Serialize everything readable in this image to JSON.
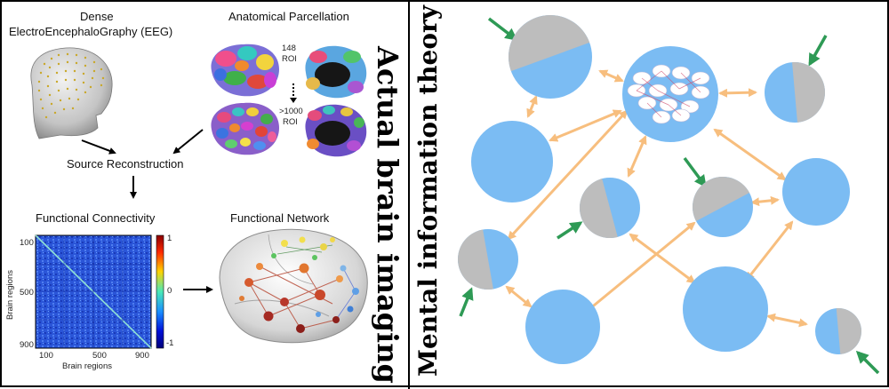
{
  "left_panel": {
    "title": "Actual brain imaging",
    "eeg": {
      "line1": "Dense",
      "line2": "ElectroEncephaloGraphy (EEG)"
    },
    "parcellation": {
      "title": "Anatomical Parcellation",
      "coarse": "148",
      "coarse_unit": "ROI",
      "fine": ">1000",
      "fine_unit": "ROI"
    },
    "source_reconstruction": "Source Reconstruction",
    "connectivity": {
      "title": "Functional Connectivity",
      "y_ticks": [
        "100",
        "500",
        "900"
      ],
      "x_ticks": [
        "100",
        "500",
        "900"
      ],
      "ylabel": "Brain regions",
      "xlabel": "Brain regions",
      "colorbar_ticks": [
        "1",
        "0",
        "-1"
      ]
    },
    "network": {
      "title": "Functional Network"
    }
  },
  "right_panel": {
    "title": "Mental information theory",
    "colors": {
      "blue": "#7bbcf3",
      "gray": "#bdbdbd",
      "arrow": "#f7be7e",
      "pointer": "#2e9a55"
    }
  }
}
